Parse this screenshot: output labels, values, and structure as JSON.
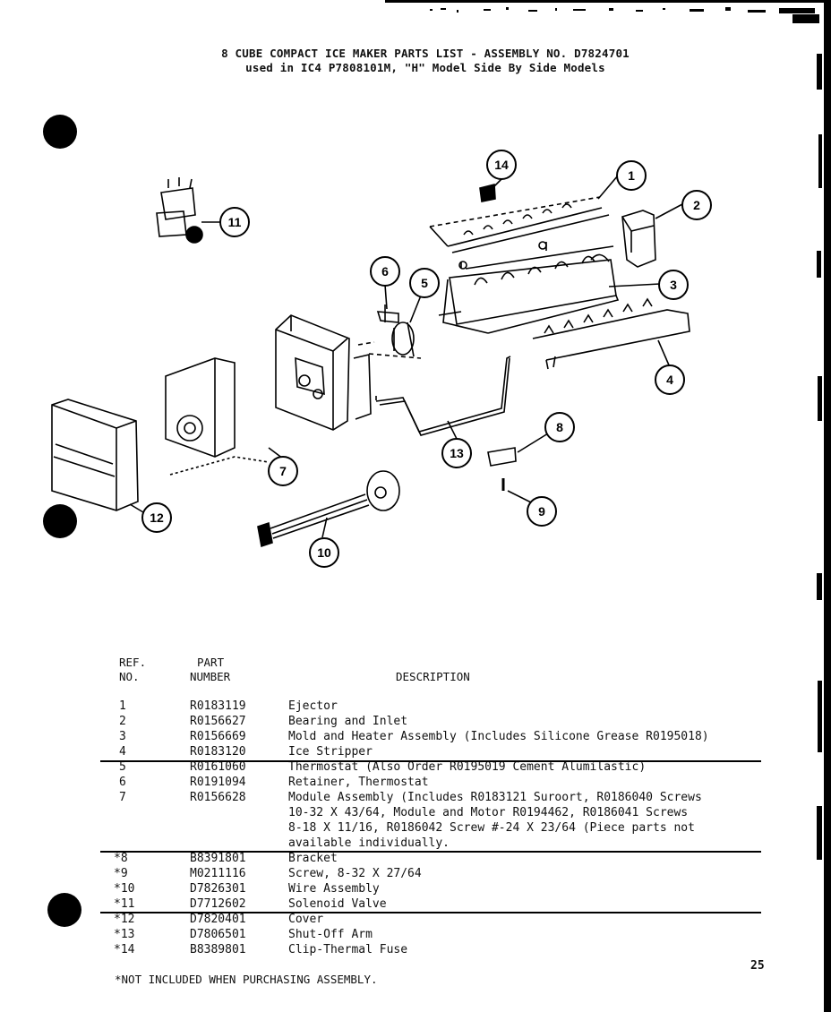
{
  "header": {
    "title_line1": "8 CUBE COMPACT ICE MAKER PARTS LIST - ASSEMBLY NO. D7824701",
    "title_line2": "used in IC4 P7808101M, \"H\" Model Side By Side Models"
  },
  "diagram": {
    "callouts": [
      "1",
      "2",
      "3",
      "4",
      "5",
      "6",
      "7",
      "8",
      "9",
      "10",
      "11",
      "12",
      "13",
      "14"
    ]
  },
  "table": {
    "col_ref_line1": "REF.",
    "col_ref_line2": "NO.",
    "col_part_line1": "PART",
    "col_part_line2": "NUMBER",
    "col_desc": "DESCRIPTION",
    "rows": [
      {
        "ref": "1",
        "part": "R0183119",
        "desc": [
          "Ejector"
        ]
      },
      {
        "ref": "2",
        "part": "R0156627",
        "desc": [
          "Bearing and Inlet"
        ]
      },
      {
        "ref": "3",
        "part": "R0156669",
        "desc": [
          "Mold and Heater Assembly (Includes Silicone Grease R0195018)"
        ]
      },
      {
        "ref": "4",
        "part": "R0183120",
        "desc": [
          "Ice Stripper"
        ]
      },
      {
        "ref": "5",
        "part": "R0161060",
        "desc": [
          "Thermostat (Also Order R0195019 Cement Alumilastic)"
        ]
      },
      {
        "ref": "6",
        "part": "R0191094",
        "desc": [
          "Retainer, Thermostat"
        ]
      },
      {
        "ref": "7",
        "part": "R0156628",
        "desc": [
          "Module Assembly (Includes R0183121 Suroort, R0186040 Screws",
          "10-32 X 43/64, Module and Motor R0194462, R0186041 Screws",
          "8-18 X 11/16, R0186042 Screw #-24 X 23/64 (Piece parts not",
          "available individually."
        ]
      },
      {
        "ref": "*8",
        "part": "B8391801",
        "desc": [
          "Bracket"
        ]
      },
      {
        "ref": "*9",
        "part": "M0211116",
        "desc": [
          "Screw, 8-32 X 27/64"
        ]
      },
      {
        "ref": "*10",
        "part": "D7826301",
        "desc": [
          "Wire Assembly"
        ]
      },
      {
        "ref": "*11",
        "part": "D7712602",
        "desc": [
          "Solenoid Valve"
        ]
      },
      {
        "ref": "*12",
        "part": "D7820401",
        "desc": [
          "Cover"
        ]
      },
      {
        "ref": "*13",
        "part": "D7806501",
        "desc": [
          "Shut-Off Arm"
        ]
      },
      {
        "ref": "*14",
        "part": "B8389801",
        "desc": [
          "Clip-Thermal Fuse"
        ]
      }
    ]
  },
  "footnote": "*NOT INCLUDED WHEN PURCHASING ASSEMBLY.",
  "page_number": "25"
}
